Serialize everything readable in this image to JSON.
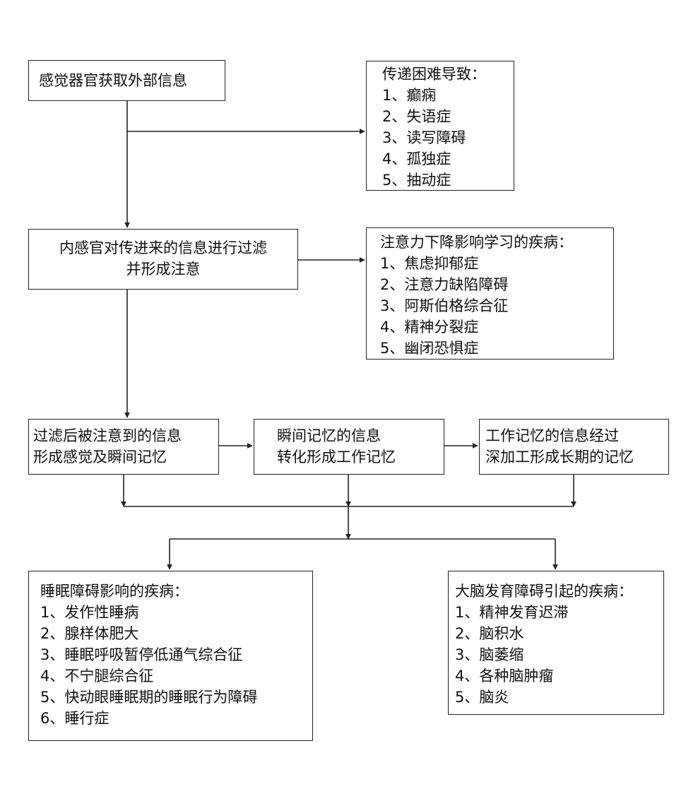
{
  "steps": {
    "sense": "感觉器官获取外部信息",
    "filter_line1": "内感官对传进来的信息进行过滤",
    "filter_line2": "并形成注意",
    "sensory_line1": "过滤后被注意到的信息",
    "sensory_line2": "形成感觉及瞬间记忆",
    "working_line1": "瞬间记忆的信息",
    "working_line2": "转化形成工作记忆",
    "longterm_line1": "工作记忆的信息经过",
    "longterm_line2": "深加工形成长期的记忆"
  },
  "groups": {
    "transmission": {
      "title": "传递困难导致：",
      "items": [
        "1、癫痫",
        "2、失语症",
        "3、读写障碍",
        "4、孤独症",
        "5、抽动症"
      ]
    },
    "attention": {
      "title": "注意力下降影响学习的疾病：",
      "items": [
        "1、焦虑抑郁症",
        "2、注意力缺陷障碍",
        "3、阿斯伯格综合征",
        "4、精神分裂症",
        "5、幽闭恐惧症"
      ]
    },
    "sleep": {
      "title": "睡眠障碍影响的疾病：",
      "items": [
        "1、发作性睡病",
        "2、腺样体肥大",
        "3、睡眠呼吸暂停低通气综合征",
        "4、不宁腿综合征",
        "5、快动眼睡眠期的睡眠行为障碍",
        "6、睡行症"
      ]
    },
    "brain": {
      "title": "大脑发育障碍引起的疾病：",
      "items": [
        "1、精神发育迟滞",
        "2、脑积水",
        "3、脑萎缩",
        "4、各种脑肿瘤",
        "5、脑炎"
      ]
    }
  }
}
